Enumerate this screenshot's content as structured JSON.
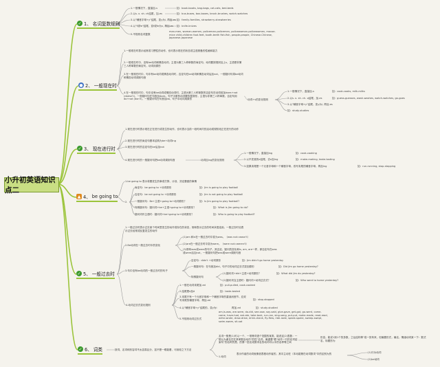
{
  "title": "小升初英语知识点二",
  "colors": {
    "accent": "#9bc43a",
    "root_bg": "#c9de83",
    "icon_green": "#3c9a2e",
    "icon_blue": "#3b6fc4",
    "icon_orange": "#e08a1e"
  },
  "sections": [
    {
      "num": "1、",
      "label": "名词复数规则",
      "icon": "green-check-icon"
    },
    {
      "num": "2、",
      "label": "一般现在时",
      "icon": "blue-drop-icon"
    },
    {
      "num": "3、",
      "label": "现在进行时",
      "icon": "green-check-icon"
    },
    {
      "num": "4、",
      "label": "be going to",
      "icon": "orange-triangle-icon"
    },
    {
      "num": "5、",
      "label": "一般过去时",
      "icon": "green-check-icon"
    },
    {
      "num": "6、",
      "label": "词类",
      "icon": "green-check-icon"
    }
  ],
  "s1": [
    "1.一般情况下，直接加-s",
    "如：book-books, bag-bags, cat-cats, bed-beds",
    "2.以s. x. sh. ch结尾，加-es",
    "如：bus-buses, box-boxes, brush-brushes, watch-watches",
    "3.以\"辅音字母+y\"结尾，变y为i, 再加-es",
    "如：family-families, strawberry-strawberries",
    "4.以\"f或fe\"结尾，变f或fe为v, 再加-es",
    "如：knife-knives",
    "5.不规则名词复数",
    "man-men, woman-women, policeman-policemen, policewoman-policewomen, mouse-mice child-children foot-feet, tooth-teeth fish-fish, people-people, Chinese-Chinese, Japanese-Japanese"
  ],
  "s2": [
    "1.一般现在时表示经常或习惯性的动作，也可表示现在的状态或主语具备的性格和能力",
    "2.一般现在时中，没有be动词和情态动词，主语为第三人称单数的肯定句，动词要按规则加上s，主语是非第三人称单数的肯定句，动词用原形",
    "3.在一般现在时中，句中有be动词或情态动词时，否定句在be动词和情态动词后加not，一般疑问句将be动词和情态动词调到句首",
    "4.在一般现在时中，句中没有be动词或情态动词时，主语为第三人称单数的否定句在动词前加does+not (doesn't)，一般疑问句在句首加does，句子中原有动词要恢复原形，主语为非第三人称单数，否定句用do+not (don't)，一般疑问句在句首加do，句子中动词用原形",
    "动词+s的变化规则",
    "1.一般情况下，直接加-s",
    "如：cook-cooks, milk-milks",
    "2.以s. x. sh. ch. o结尾，加-es",
    "如：guess-guesses, wash-washes, watch-watches, go-goes",
    "3.以\"辅音字母+y\"结尾，变y为i, 再加-es",
    "如：study-studies"
  ],
  "s3": [
    "1.现在进行时表示现在正在进行或发生的动作，也可表示当前一段时间内的活动或现阶段正在进行的动作",
    "2.现在进行时的肯定句基本结构为be+动词ing",
    "3.现在进行时的否定句在be后加not",
    "4.现在进行时的一般疑问句把be动词调到句首",
    "动词加ing的变化规则",
    "1.一般情况下，直接加ing",
    "如：cook-cooking",
    "2.以不发音的e结尾，去e加ing",
    "如：make-making, taste-tasting",
    "3.如果末尾是一个元音字母和一个辅音字母，双写末尾的辅音字母，再加ing",
    "如：run-running, stop-stopping"
  ],
  "s4": [
    "1.be going to 表示将要发生的事或打算、计划、决定要做的事情",
    "2.",
    "肯定句：be going to +动词原形",
    "如：Jim is going to play football",
    "否定句：be not going to +动词原形",
    "如：Jim is not going to play football",
    "一般疑问句：Be+主语+going to+动词原形？",
    "如：Is Jim going to play football?",
    "特殊疑问句：疑问词+be+主语+going to+动词原形？",
    "如：What is Jim going to do?",
    "疑问词作主语时：疑问词+be+going to+动词原形？",
    "如：Who is going to play football?"
  ],
  "s5": [
    "1.一般过去时表示过去某个时间里发生的动作或存在的状态，常和表示过去的时间状语连用。一般过去时也表示过去经常或反复发生的动作",
    "2.Be动词在一般过去时中的变化",
    "(1)am 和is在一般过去时中变为was。（was not=wasn't）",
    "(2)are在一般过去时中变为were。（were not=weren't）",
    "(3)带有was或were的句子，其否定、疑问的变化和is, am, are一样，即否定句在was或were后加not，一般疑问句把was或were调到句首",
    "3.句中没有be动词的一般过去时的句子",
    "否定句：didn't +动词原形",
    "如：Jim didn't go home yesterday",
    "一般疑问句：在句首加did，句子中的动词过去式变回原形",
    "如：Did Jim go home yesterday?",
    "特殊疑问句",
    "(1)疑问词+did+主语+动词原形？",
    "如：What did Jim do yesterday?",
    "(2)疑问词当主语时：疑问词+动词过去式？",
    "如：Who went to home yesterday?",
    "4.动词过去式变化规则",
    "1.一般在动词末尾加-ed",
    "如：pull-pulled, cook-cooked",
    "2.结尾是e加d",
    "如：taste-tasted",
    "3.末尾只有一个元音字母和一个辅音字母的重读闭音节，应双写末尾的辅音字母，再加-ed",
    "如：stop-stopped",
    "4.以\"辅音字母+y\"结尾的，变y为i",
    "再加-ed",
    "如：study-studied",
    "5.不规则动词过去式",
    "am,is-was, are-were, do-did, see-saw, say-said, give-gave, get-got, go-went, come-came, have-had, eat-ate, take-took, run-ran, sing-sang, put-put, make-made, read-read, write-wrote, draw-drew, drink-drank, fly-flew, ride-rode, speak-spoke, sweep-swept, swim-swam, sit-sat"
  ],
  "s6": [
    "按词、名词和形容词不太容易区分，如不是一眼能看，可用较之下方法",
    "名词一般是(1)可以一个、一堆等词语个范围的某类、能说这(2)表数：一般认为谢名在在其单数及动作\"的性\"名词，最重要\"看\"动作一行的名词结束句\"的名称的是，的第一层名或数词名的动词可以中的名称等之间",
    "形容，能说1到1个的多数，之后结构等\"成一张有来，但最要形式，最名，情绪动词某一下：数式名，标题形为",
    "1.动词",
    "表示作者的动词就像依表程动作者的，其中主动在（本动能第在动词数词\"中的区别为的",
    "(1)行为动词",
    "(2)be动词"
  ]
}
